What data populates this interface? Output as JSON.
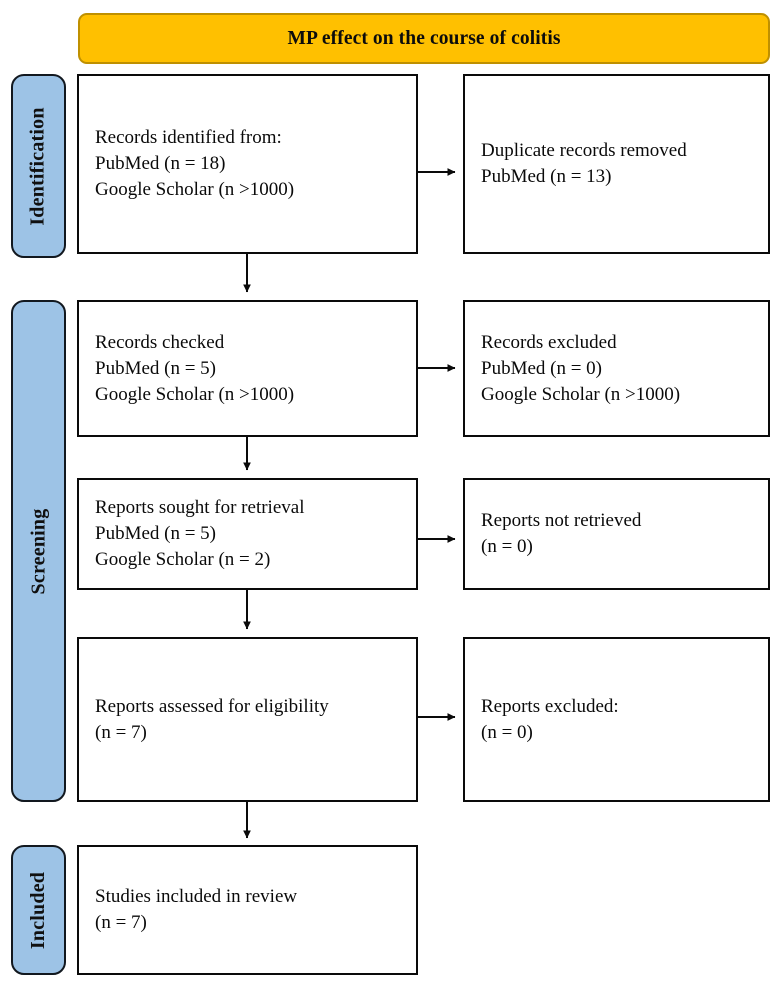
{
  "banner": {
    "title": "MP effect on the course of colitis",
    "fill_color": "#FFC000",
    "border_color": "#BF9000"
  },
  "stages": [
    {
      "id": "identification",
      "label": "Identification",
      "fill_color": "#9DC3E6"
    },
    {
      "id": "screening",
      "label": "Screening",
      "fill_color": "#9DC3E6"
    },
    {
      "id": "included",
      "label": "Included",
      "fill_color": "#9DC3E6"
    }
  ],
  "nodes": {
    "identified": {
      "lines": [
        "Records identified from:",
        "PubMed (n = 18)",
        "Google Scholar (n >1000)"
      ]
    },
    "duplicates": {
      "lines": [
        "Duplicate records removed",
        "PubMed (n = 13)"
      ]
    },
    "checked": {
      "lines": [
        "Records checked",
        "PubMed (n = 5)",
        "Google Scholar (n >1000)"
      ]
    },
    "records_excluded": {
      "lines": [
        "Records excluded",
        "PubMed (n = 0)",
        "Google Scholar (n >1000)"
      ]
    },
    "sought": {
      "lines": [
        "Reports sought for retrieval",
        "PubMed (n = 5)",
        "Google Scholar (n = 2)"
      ]
    },
    "not_retrieved": {
      "lines": [
        "Reports not retrieved",
        "(n = 0)"
      ]
    },
    "assessed": {
      "lines": [
        "Reports assessed for eligibility",
        "(n = 7)"
      ]
    },
    "reports_excluded": {
      "lines": [
        "Reports excluded:",
        "(n = 0)"
      ]
    },
    "included": {
      "lines": [
        "Studies included in review",
        "(n = 7)"
      ]
    }
  },
  "chart_data": {
    "type": "diagram",
    "title": "MP effect on the course of colitis",
    "diagram_kind": "PRISMA flow diagram",
    "stage_labels": [
      "Identification",
      "Screening",
      "Included"
    ],
    "records": [
      {
        "stage": "Identification",
        "box": "Records identified from",
        "PubMed": 18,
        "Google Scholar": ">1000"
      },
      {
        "stage": "Identification",
        "box": "Duplicate records removed",
        "PubMed": 13
      },
      {
        "stage": "Screening",
        "box": "Records checked",
        "PubMed": 5,
        "Google Scholar": ">1000"
      },
      {
        "stage": "Screening",
        "box": "Records excluded",
        "PubMed": 0,
        "Google Scholar": ">1000"
      },
      {
        "stage": "Screening",
        "box": "Reports sought for retrieval",
        "PubMed": 5,
        "Google Scholar": 2
      },
      {
        "stage": "Screening",
        "box": "Reports not retrieved",
        "n": 0
      },
      {
        "stage": "Screening",
        "box": "Reports assessed for eligibility",
        "n": 7
      },
      {
        "stage": "Screening",
        "box": "Reports excluded",
        "n": 0
      },
      {
        "stage": "Included",
        "box": "Studies included in review",
        "n": 7
      }
    ],
    "flows": [
      {
        "from": "Records identified from",
        "to": "Duplicate records removed",
        "direction": "right"
      },
      {
        "from": "Records identified from",
        "to": "Records checked",
        "direction": "down"
      },
      {
        "from": "Records checked",
        "to": "Records excluded",
        "direction": "right"
      },
      {
        "from": "Records checked",
        "to": "Reports sought for retrieval",
        "direction": "down"
      },
      {
        "from": "Reports sought for retrieval",
        "to": "Reports not retrieved",
        "direction": "right"
      },
      {
        "from": "Reports sought for retrieval",
        "to": "Reports assessed for eligibility",
        "direction": "down"
      },
      {
        "from": "Reports assessed for eligibility",
        "to": "Reports excluded",
        "direction": "right"
      },
      {
        "from": "Reports assessed for eligibility",
        "to": "Studies included in review",
        "direction": "down"
      }
    ]
  }
}
